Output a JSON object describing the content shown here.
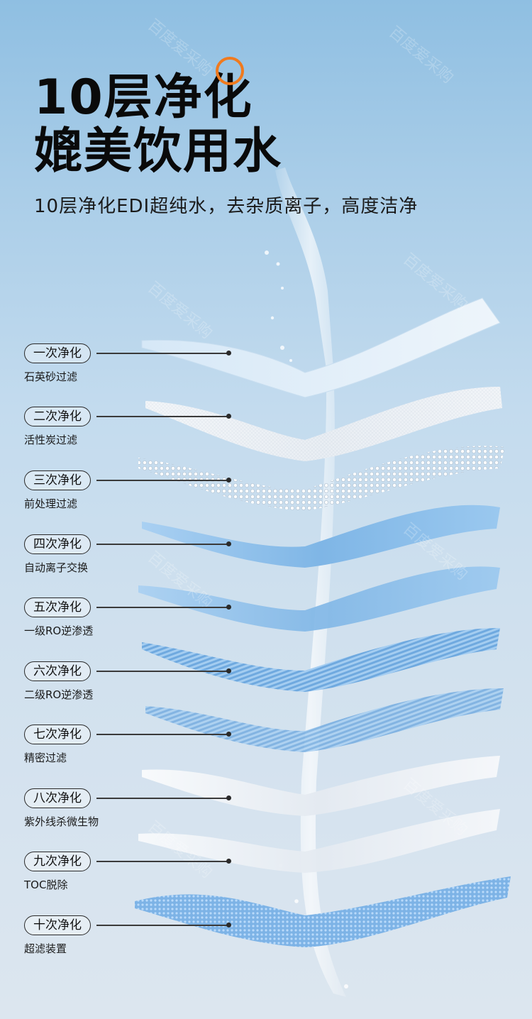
{
  "header": {
    "title_line1": "10层净化",
    "title_line2": "媲美饮用水",
    "subtitle": "10层净化EDI超纯水，去杂质离子，高度洁净"
  },
  "colors": {
    "accent_ring": "#f07a1e",
    "filter_blue": "#8fc2ec",
    "filter_white": "#f3f6fa"
  },
  "watermark": "百度爱采购",
  "layers": [
    {
      "stage": "一次净化",
      "desc": "石英砂过滤"
    },
    {
      "stage": "二次净化",
      "desc": "活性炭过滤"
    },
    {
      "stage": "三次净化",
      "desc": "前处理过滤"
    },
    {
      "stage": "四次净化",
      "desc": "自动离子交换"
    },
    {
      "stage": "五次净化",
      "desc": "一级RO逆渗透"
    },
    {
      "stage": "六次净化",
      "desc": "二级RO逆渗透"
    },
    {
      "stage": "七次净化",
      "desc": "精密过滤"
    },
    {
      "stage": "八次净化",
      "desc": "紫外线杀微生物"
    },
    {
      "stage": "九次净化",
      "desc": "TOC脱除"
    },
    {
      "stage": "十次净化",
      "desc": "超滤装置"
    }
  ]
}
